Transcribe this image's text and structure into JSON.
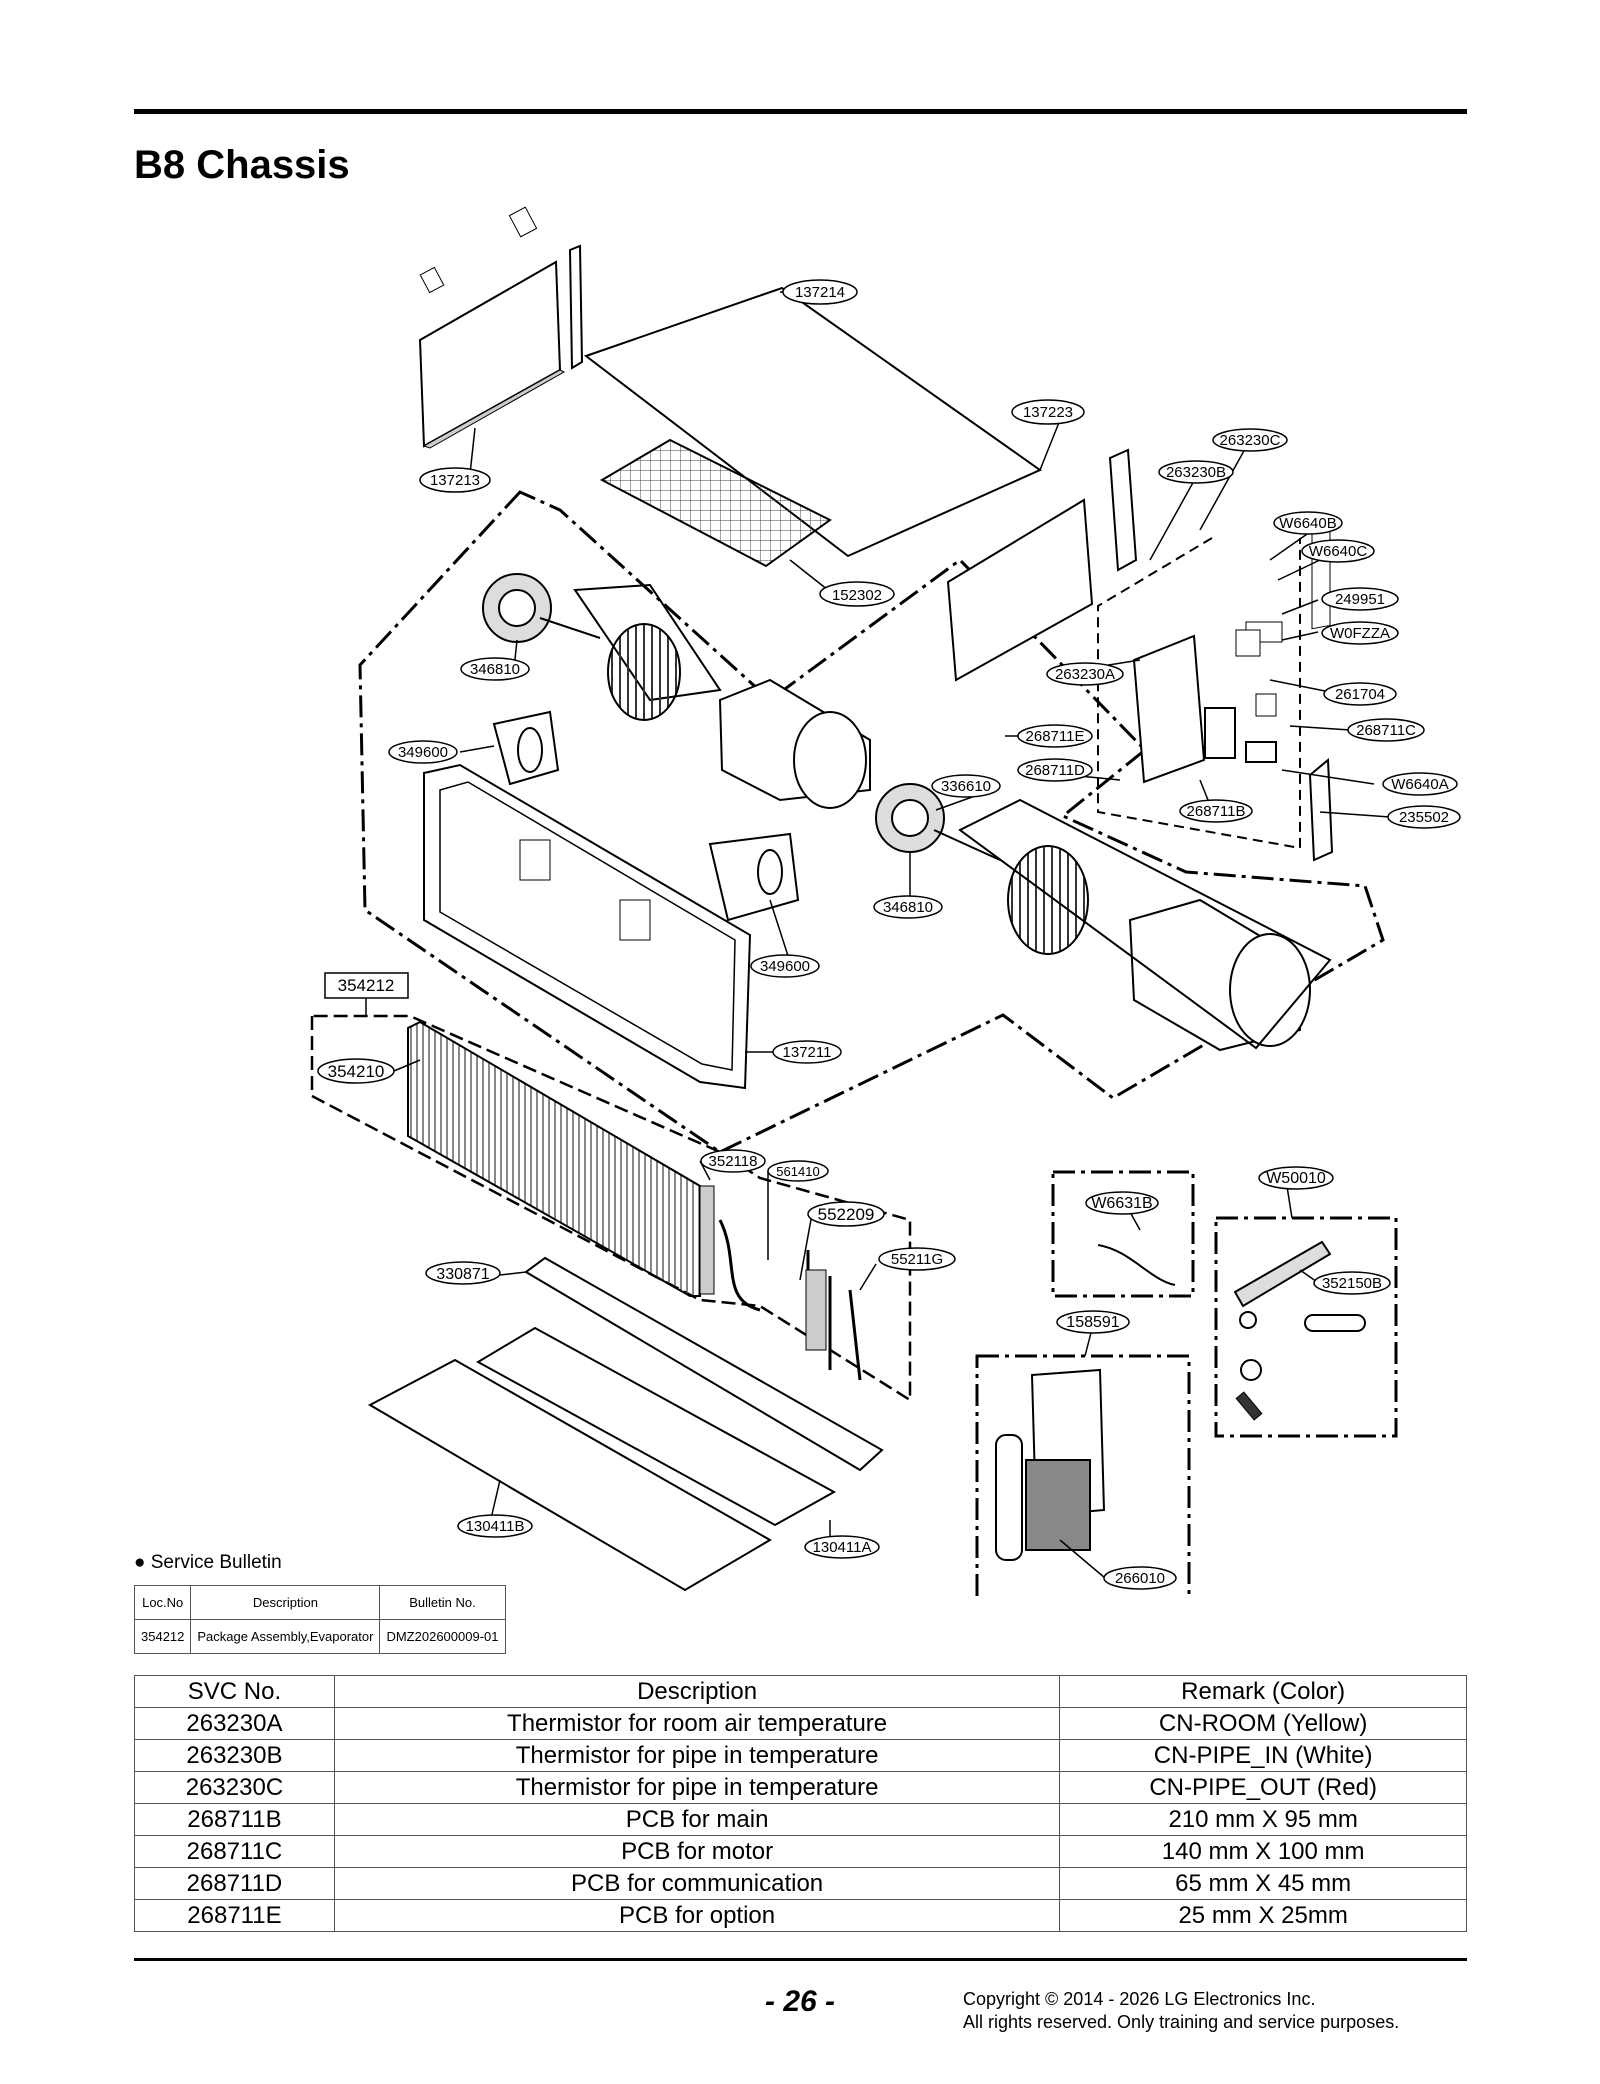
{
  "title": "B8 Chassis",
  "callouts": {
    "c137214": "137214",
    "c137213": "137213",
    "c137223": "137223",
    "c263230C": "263230C",
    "c263230B": "263230B",
    "cW6640B": "W6640B",
    "cW6640C": "W6640C",
    "c249951": "249951",
    "cW0FZZA": "W0FZZA",
    "c261704": "261704",
    "c268711C": "268711C",
    "cW6640A": "W6640A",
    "c235502": "235502",
    "c152302": "152302",
    "c346810a": "346810",
    "c349600a": "349600",
    "c263230A": "263230A",
    "c268711E": "268711E",
    "c268711D": "268711D",
    "c336610": "336610",
    "c268711B": "268711B",
    "c346810b": "346810",
    "c349600b": "349600",
    "c354212": "354212",
    "c354210": "354210",
    "c137211": "137211",
    "c352118": "352118",
    "c561410": "561410",
    "c552209": "552209",
    "c55211G": "55211G",
    "c330871": "330871",
    "cW6631B": "W6631B",
    "cW50010": "W50010",
    "c352150B": "352150B",
    "c158591": "158591",
    "c130411B": "130411B",
    "c130411A": "130411A",
    "c266010": "266010"
  },
  "bulletin": {
    "heading": "● Service Bulletin",
    "headers": [
      "Loc.No",
      "Description",
      "Bulletin No."
    ],
    "row": [
      "354212",
      "Package Assembly,Evaporator",
      "DMZ202600009-01"
    ]
  },
  "svc_table": {
    "headers": [
      "SVC No.",
      "Description",
      "Remark (Color)"
    ],
    "rows": [
      [
        "263230A",
        "Thermistor for room air temperature",
        "CN-ROOM (Yellow)"
      ],
      [
        "263230B",
        "Thermistor for pipe in temperature",
        "CN-PIPE_IN (White)"
      ],
      [
        "263230C",
        "Thermistor for pipe in temperature",
        "CN-PIPE_OUT (Red)"
      ],
      [
        "268711B",
        "PCB for main",
        "210 mm X 95 mm"
      ],
      [
        "268711C",
        "PCB for motor",
        "140 mm X 100 mm"
      ],
      [
        "268711D",
        "PCB for communication",
        "65 mm X 45 mm"
      ],
      [
        "268711E",
        "PCB for option",
        "25 mm X 25mm"
      ]
    ]
  },
  "footer": {
    "page_number": "- 26 -",
    "copyright_line1": "Copyright © 2014 - 2026 LG Electronics Inc.",
    "copyright_line2": "All rights reserved. Only training and service purposes."
  }
}
